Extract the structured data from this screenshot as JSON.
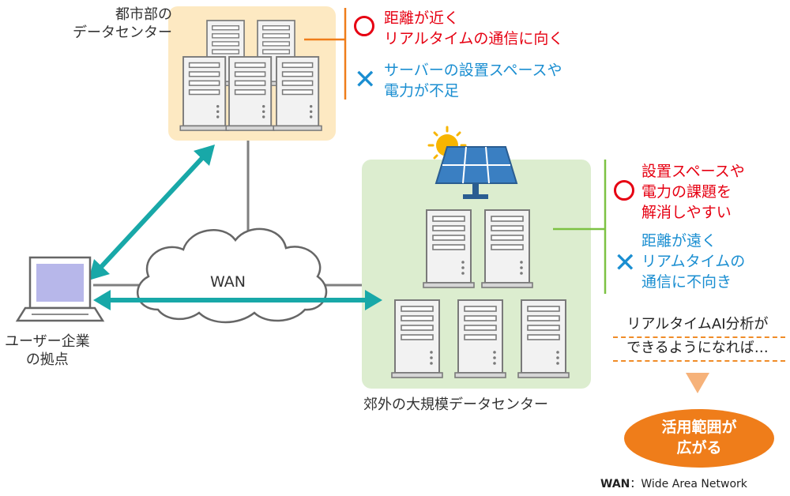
{
  "urban_dc": {
    "label_lines": [
      "都市部の",
      "データセンター"
    ],
    "pro_lines": [
      "距離が近く",
      "リアルタイムの通信に向く"
    ],
    "con_lines": [
      "サーバーの設置スペースや",
      "電力が不足"
    ]
  },
  "suburban_dc": {
    "label": "郊外の大規模データセンター",
    "pro_lines": [
      "設置スペースや",
      "電力の課題を",
      "解消しやすい"
    ],
    "con_lines": [
      "距離が遠く",
      "リアムタイムの",
      "通信に不向き"
    ]
  },
  "user": {
    "label_lines": [
      "ユーザー企業",
      "の拠点"
    ]
  },
  "network": {
    "cloud_label": "WAN"
  },
  "outcome": {
    "condition_lines": [
      "リアルタイムAI分析が",
      "できるようになれば…"
    ],
    "result_lines": [
      "活用範囲が",
      "広がる"
    ]
  },
  "legend": {
    "abbr": "WAN",
    "expansion": "：Wide Area Network"
  },
  "colors": {
    "urban_bg": "#fde9c2",
    "suburban_bg": "#dcedcf",
    "arrow": "#18a8a8",
    "pro": "#e60012",
    "con": "#1a8ed1",
    "accent_orange": "#ef7d1a",
    "urban_bracket": "#ef7d1a",
    "suburban_bracket": "#7dc243"
  },
  "icons": [
    "server-icon",
    "laptop-icon",
    "solar-panel-icon",
    "sun-icon",
    "cloud-icon",
    "circle-mark-icon",
    "cross-mark-icon",
    "arrow-down-icon"
  ]
}
